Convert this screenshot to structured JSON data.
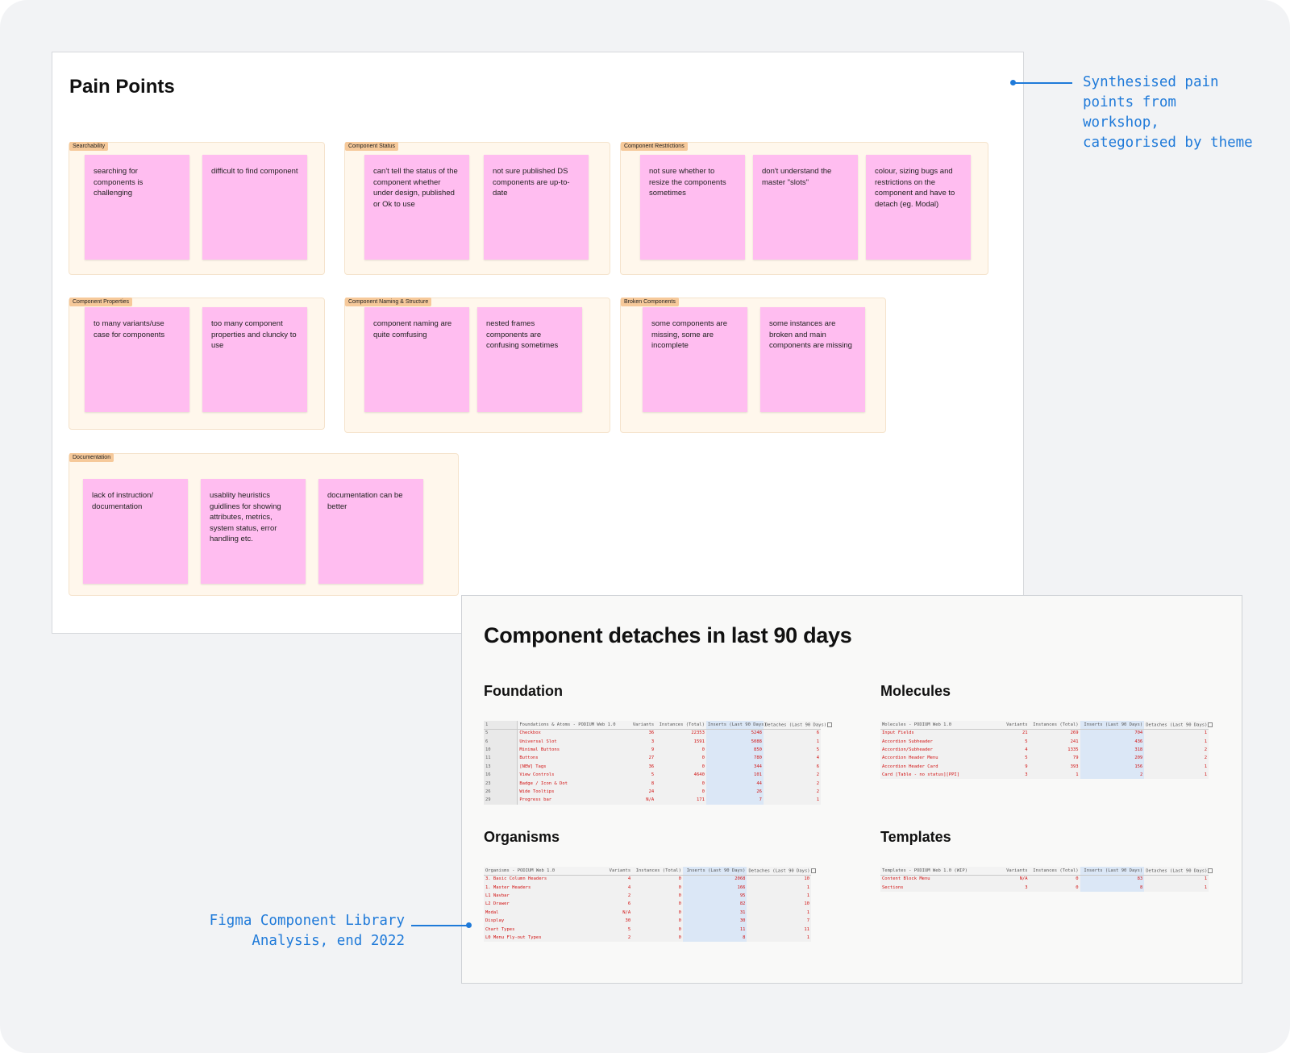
{
  "pain_points": {
    "title": "Pain Points",
    "groups": [
      {
        "label": "Searchability",
        "notes": [
          "searching for components is challenging",
          "difficult to find component"
        ]
      },
      {
        "label": "Component Status",
        "notes": [
          "can't tell the status of the component whether under design, published or Ok to use",
          "not sure published DS components are up-to-date"
        ]
      },
      {
        "label": "Component Restrictions",
        "notes": [
          "not sure whether to resize the components sometimes",
          "don't understand the master \"slots\"",
          "colour, sizing bugs and restrictions on the component and have to detach (eg. Modal)"
        ]
      },
      {
        "label": "Component Properties",
        "notes": [
          "to many variants/use case for components",
          "too many component properties and cluncky to use"
        ]
      },
      {
        "label": "Component Naming & Structure",
        "notes": [
          "component naming are quite comfusing",
          "nested frames components are confusing sometimes"
        ]
      },
      {
        "label": "Broken Components",
        "notes": [
          "some components are missing, some are incomplete",
          "some instances are broken and main components are missing"
        ]
      },
      {
        "label": "Documentation",
        "notes": [
          "lack of instruction/ documentation",
          "usablity heuristics guidlines for showing attributes, metrics, system status, error handling etc.",
          "documentation can be better"
        ]
      }
    ]
  },
  "detaches": {
    "title": "Component detaches in last 90 days",
    "sections": [
      {
        "title": "Foundation",
        "header": [
          "1",
          "Foundations & Atoms - PODIUM Web 1.0",
          "Variants",
          "Instances (Total)",
          "Inserts (Last 90 Days)",
          "Detaches (Last 90 Days)"
        ],
        "rows": [
          [
            "5",
            "Checkbox",
            "36",
            "22353",
            "5248",
            "6"
          ],
          [
            "6",
            "Universal Slot",
            "3",
            "1591",
            "5088",
            "1"
          ],
          [
            "10",
            "Minimal Buttons",
            "9",
            "0",
            "850",
            "5"
          ],
          [
            "11",
            "Buttons",
            "27",
            "0",
            "780",
            "4"
          ],
          [
            "13",
            "[NEW] Tags",
            "36",
            "0",
            "344",
            "6"
          ],
          [
            "16",
            "View Controls",
            "5",
            "4640",
            "101",
            "2"
          ],
          [
            "23",
            "Badge / Icon & Dot",
            "8",
            "0",
            "44",
            "2"
          ],
          [
            "26",
            "Wide Tooltips",
            "24",
            "0",
            "26",
            "2"
          ],
          [
            "29",
            "Progress bar",
            "N/A",
            "171",
            "7",
            "1"
          ]
        ]
      },
      {
        "title": "Molecules",
        "header": [
          "",
          "Molecules - PODIUM Web 1.0",
          "Variants",
          "Instances (Total)",
          "Inserts (Last 90 Days)",
          "Detaches (Last 90 Days)"
        ],
        "rows": [
          [
            "",
            "Input Fields",
            "21",
            "269",
            "704",
            "1"
          ],
          [
            "",
            "Accordion Subheader",
            "5",
            "241",
            "436",
            "1"
          ],
          [
            "",
            "Accordion/Subheader",
            "4",
            "1335",
            "318",
            "2"
          ],
          [
            "",
            "Accordion Header Menu",
            "5",
            "79",
            "209",
            "2"
          ],
          [
            "",
            "Accordion Header Card",
            "9",
            "393",
            "156",
            "1"
          ],
          [
            "",
            "Card [Table - no status][PPI]",
            "3",
            "1",
            "2",
            "1"
          ]
        ]
      },
      {
        "title": "Organisms",
        "header": [
          "",
          "Organisms - PODIUM Web 1.0",
          "Variants",
          "Instances (Total)",
          "Inserts (Last 90 Days)",
          "Detaches (Last 90 Days)"
        ],
        "rows": [
          [
            "",
            "3. Basic Column Headers",
            "4",
            "0",
            "2068",
            "10"
          ],
          [
            "",
            "1. Master Headers",
            "4",
            "0",
            "166",
            "1"
          ],
          [
            "",
            "L1 Navbar",
            "2",
            "0",
            "95",
            "1"
          ],
          [
            "",
            "L2 Drawer",
            "6",
            "0",
            "82",
            "10"
          ],
          [
            "",
            "Modal",
            "N/A",
            "0",
            "31",
            "1"
          ],
          [
            "",
            "Display",
            "30",
            "0",
            "30",
            "7"
          ],
          [
            "",
            "Chart Types",
            "5",
            "0",
            "11",
            "11"
          ],
          [
            "",
            "L0 Menu Fly-out Types",
            "2",
            "0",
            "8",
            "1"
          ]
        ]
      },
      {
        "title": "Templates",
        "header": [
          "",
          "Templates - PODIUM Web 1.0 (WIP)",
          "Variants",
          "Instances (Total)",
          "Inserts (Last 90 Days)",
          "Detaches (Last 90 Days)"
        ],
        "rows": [
          [
            "",
            "Content Block Menu",
            "N/A",
            "0",
            "83",
            "1"
          ],
          [
            "",
            "Sections",
            "3",
            "0",
            "8",
            "1"
          ]
        ]
      }
    ]
  },
  "annotations": {
    "top_right": "Synthesised pain points from workshop, categorised by theme",
    "bottom_left_line1": "Figma Component Library",
    "bottom_left_line2": "Analysis, end 2022",
    "accent": "#1f7ad9"
  }
}
